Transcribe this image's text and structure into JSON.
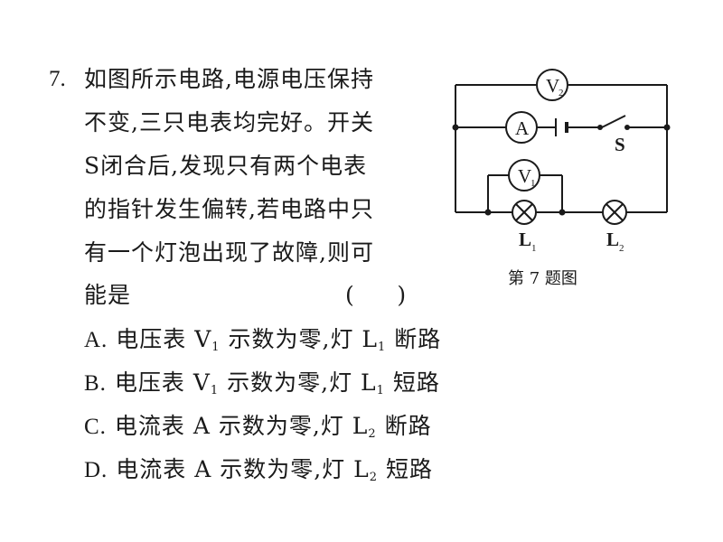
{
  "question": {
    "number": "7.",
    "stem_lines": [
      "如图所示电路,电源电压保持",
      "不变,三只电表均完好。开关",
      "S闭合后,发现只有两个电表",
      "的指针发生偏转,若电路中只",
      "有一个灯泡出现了故障,则可",
      "能是"
    ],
    "answer_bracket": "(      )"
  },
  "options": [
    {
      "letter": "A.",
      "pre": "电压表 V",
      "sub1": "1",
      "mid": " 示数为零,灯 L",
      "sub2": "1",
      "post": " 断路"
    },
    {
      "letter": "B.",
      "pre": "电压表 V",
      "sub1": "1",
      "mid": " 示数为零,灯 L",
      "sub2": "1",
      "post": " 短路"
    },
    {
      "letter": "C.",
      "pre": "电流表 A 示数为零,灯 L",
      "sub1": "",
      "mid": "",
      "sub2": "2",
      "post": " 断路"
    },
    {
      "letter": "D.",
      "pre": "电流表 A 示数为零,灯 L",
      "sub1": "",
      "mid": "",
      "sub2": "2",
      "post": " 短路"
    }
  ],
  "figure": {
    "meter_v2": "V",
    "meter_v2_sub": "2",
    "meter_a": "A",
    "meter_v1": "V",
    "meter_v1_sub": "1",
    "switch_label": "S",
    "lamp1_label": "L",
    "lamp1_sub": "1",
    "lamp2_label": "L",
    "lamp2_sub": "2",
    "caption": "第 7 题图"
  }
}
